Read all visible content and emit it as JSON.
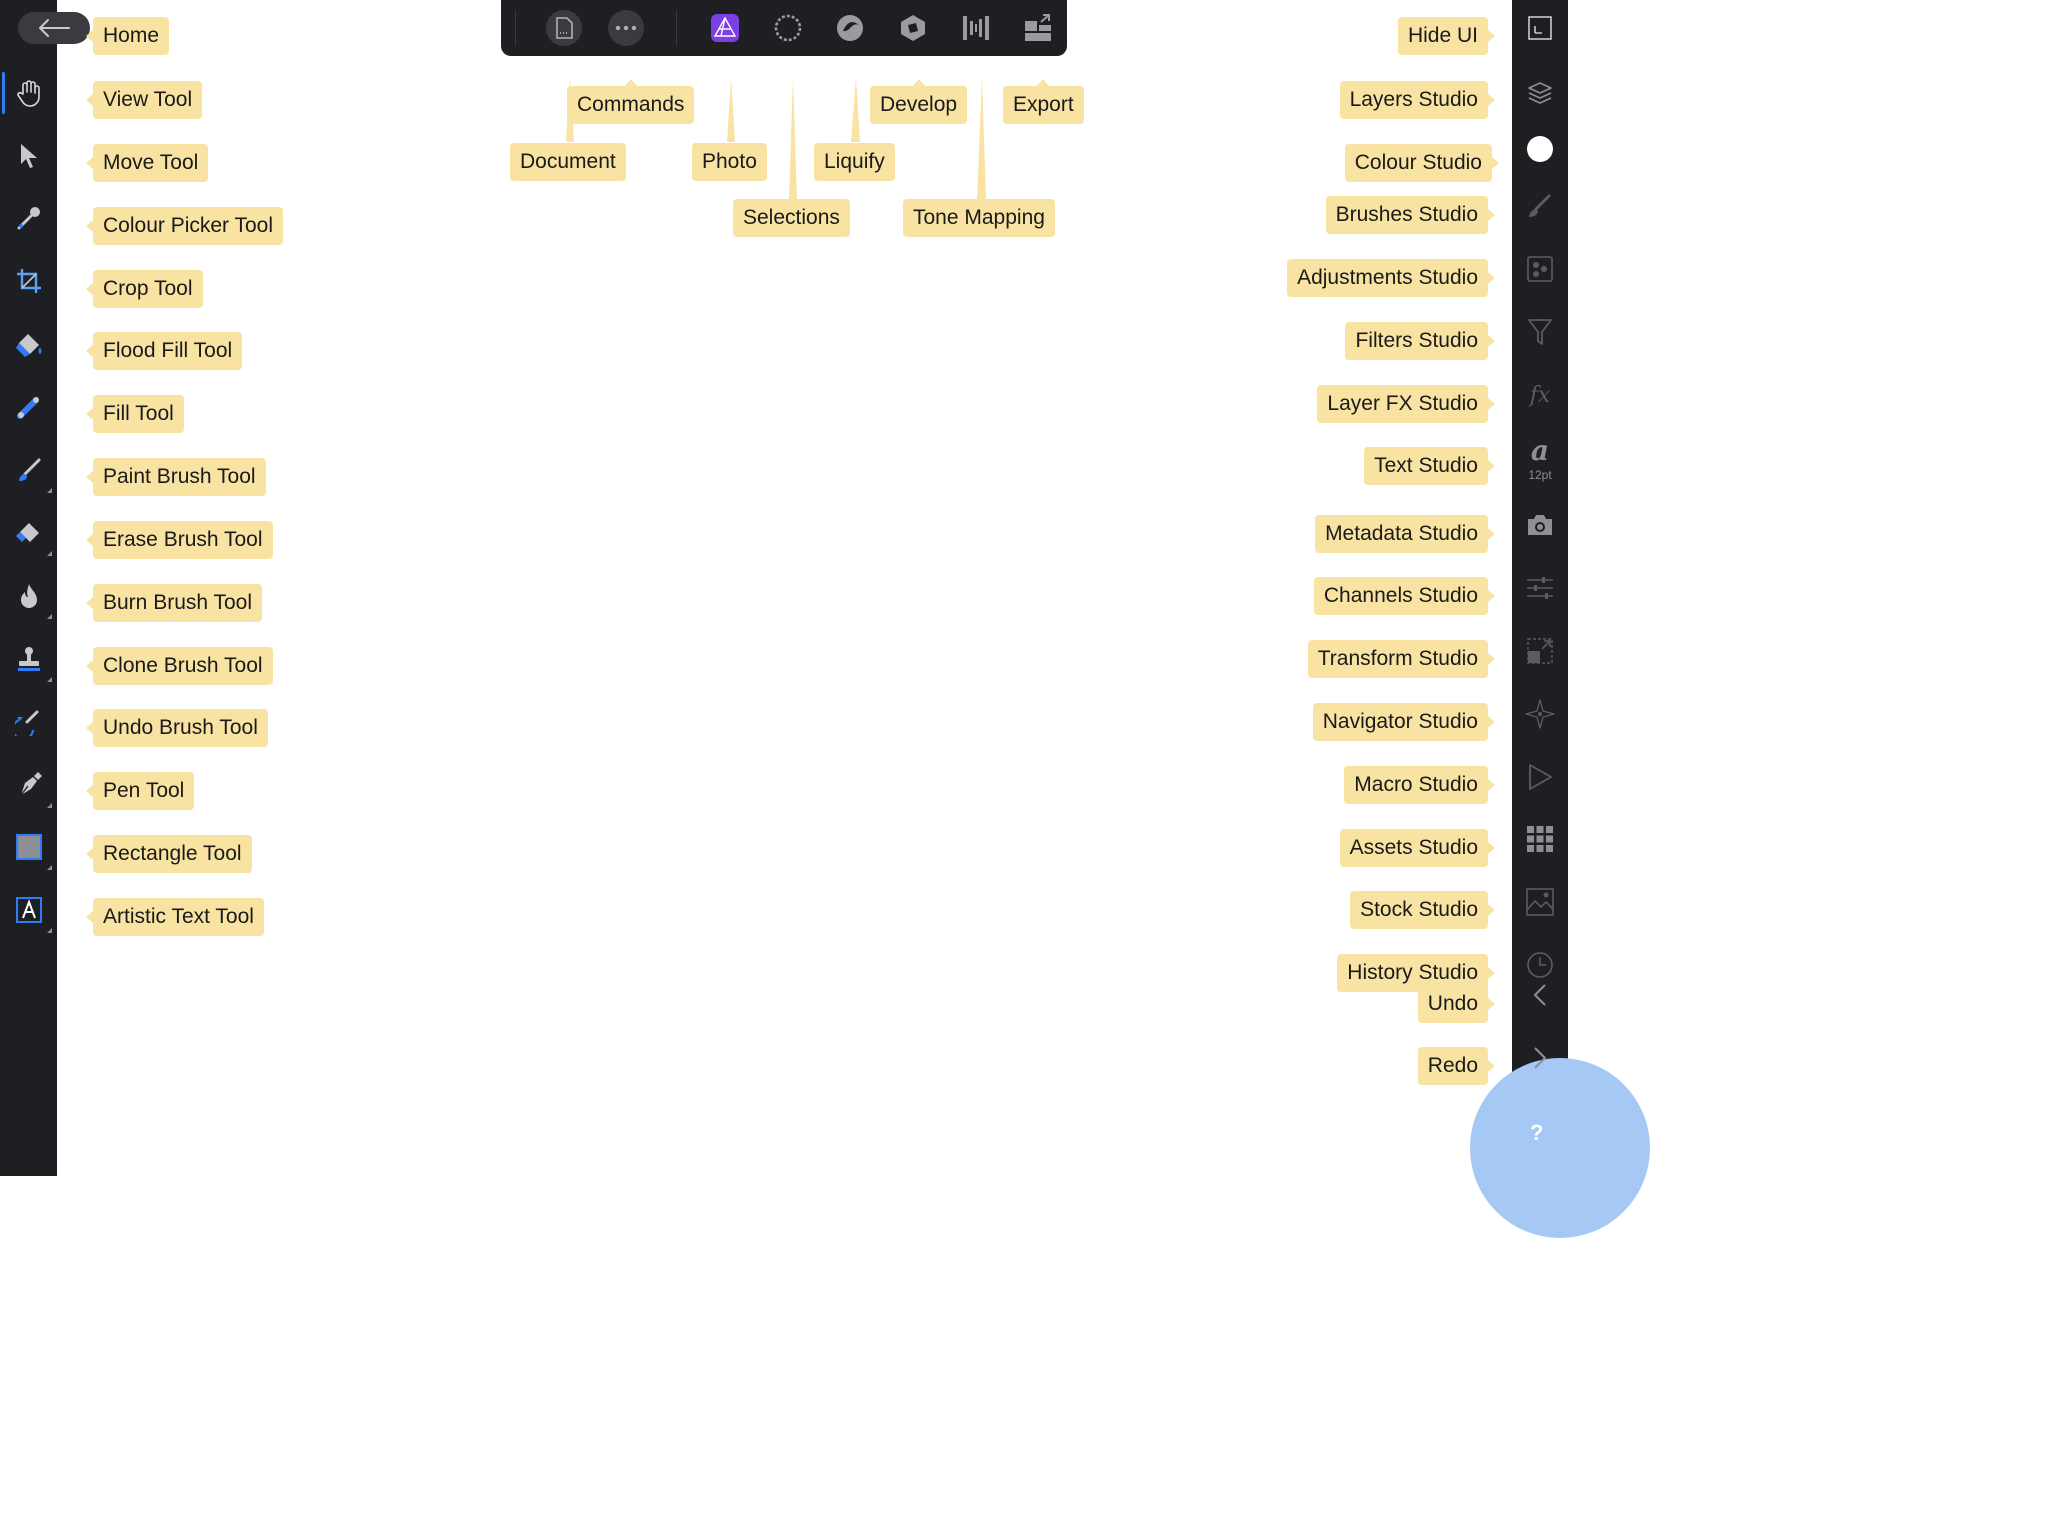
{
  "colors": {
    "toolbar_bg": "#1e1f22",
    "tooltip_bg": "#f9e3a2",
    "accent": "#2f7cf6",
    "photo_persona": "#7b3fe4",
    "help_bubble": "#a5c8f5"
  },
  "left_tools": [
    {
      "name": "Home",
      "icon": "back-arrow-icon"
    },
    {
      "name": "View Tool",
      "icon": "hand-icon",
      "active": true
    },
    {
      "name": "Move Tool",
      "icon": "pointer-arrow-icon"
    },
    {
      "name": "Colour Picker Tool",
      "icon": "eyedropper-icon"
    },
    {
      "name": "Crop Tool",
      "icon": "crop-icon"
    },
    {
      "name": "Flood Fill Tool",
      "icon": "paint-bucket-icon"
    },
    {
      "name": "Fill Tool",
      "icon": "gradient-icon"
    },
    {
      "name": "Paint Brush Tool",
      "icon": "paint-brush-icon"
    },
    {
      "name": "Erase Brush Tool",
      "icon": "eraser-icon"
    },
    {
      "name": "Burn Brush Tool",
      "icon": "flame-icon"
    },
    {
      "name": "Clone Brush Tool",
      "icon": "stamp-icon"
    },
    {
      "name": "Undo Brush Tool",
      "icon": "undo-brush-icon"
    },
    {
      "name": "Pen Tool",
      "icon": "pen-nib-icon"
    },
    {
      "name": "Rectangle Tool",
      "icon": "rectangle-icon"
    },
    {
      "name": "Artistic Text Tool",
      "icon": "text-frame-icon"
    }
  ],
  "top_bar": [
    {
      "name": "Document",
      "icon": "document-icon"
    },
    {
      "name": "Commands",
      "icon": "more-icon"
    },
    {
      "name": "Photo",
      "icon": "photo-persona-icon"
    },
    {
      "name": "Selections",
      "icon": "selection-persona-icon"
    },
    {
      "name": "Liquify",
      "icon": "liquify-persona-icon"
    },
    {
      "name": "Develop",
      "icon": "develop-persona-icon"
    },
    {
      "name": "Tone Mapping",
      "icon": "tone-mapping-persona-icon"
    },
    {
      "name": "Export",
      "icon": "export-persona-icon"
    }
  ],
  "right_studios": [
    {
      "name": "Hide UI",
      "icon": "hide-ui-icon"
    },
    {
      "name": "Layers Studio",
      "icon": "layers-icon"
    },
    {
      "name": "Colour Studio",
      "icon": "colour-swatch-icon"
    },
    {
      "name": "Brushes Studio",
      "icon": "brushes-icon"
    },
    {
      "name": "Adjustments Studio",
      "icon": "adjustments-icon"
    },
    {
      "name": "Filters Studio",
      "icon": "filter-icon"
    },
    {
      "name": "Layer FX Studio",
      "icon": "fx-icon"
    },
    {
      "name": "Text Studio",
      "icon": "text-style-icon"
    },
    {
      "name": "Metadata Studio",
      "icon": "camera-icon"
    },
    {
      "name": "Channels Studio",
      "icon": "channels-sliders-icon"
    },
    {
      "name": "Transform Studio",
      "icon": "transform-icon"
    },
    {
      "name": "Navigator Studio",
      "icon": "compass-icon"
    },
    {
      "name": "Macro Studio",
      "icon": "play-icon"
    },
    {
      "name": "Assets Studio",
      "icon": "grid-icon"
    },
    {
      "name": "Stock Studio",
      "icon": "image-icon"
    },
    {
      "name": "History Studio",
      "icon": "clock-icon"
    },
    {
      "name": "Undo",
      "icon": "chevron-left-icon"
    },
    {
      "name": "Redo",
      "icon": "chevron-right-icon"
    }
  ],
  "text_studio": {
    "size": "12pt"
  },
  "help": {
    "label": "?"
  }
}
